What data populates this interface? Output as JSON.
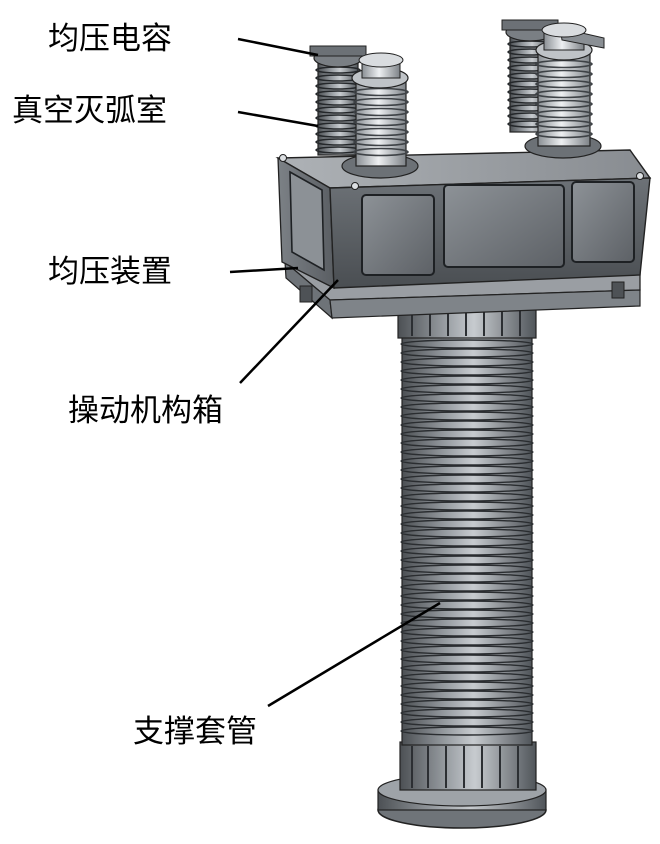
{
  "labels": {
    "grading_capacitor": "均压电容",
    "vacuum_interrupter": "真空灭弧室",
    "grading_device": "均压装置",
    "mechanism_box": "操动机构箱",
    "support_bushing": "支撑套管"
  },
  "colors": {
    "background": "#ffffff",
    "text": "#000000",
    "leader_line": "#000000",
    "metal_dark": "#555a5f",
    "metal_mid": "#8b9096",
    "metal_light": "#c8ccd0",
    "porcelain_light": "#e4e6e8"
  }
}
